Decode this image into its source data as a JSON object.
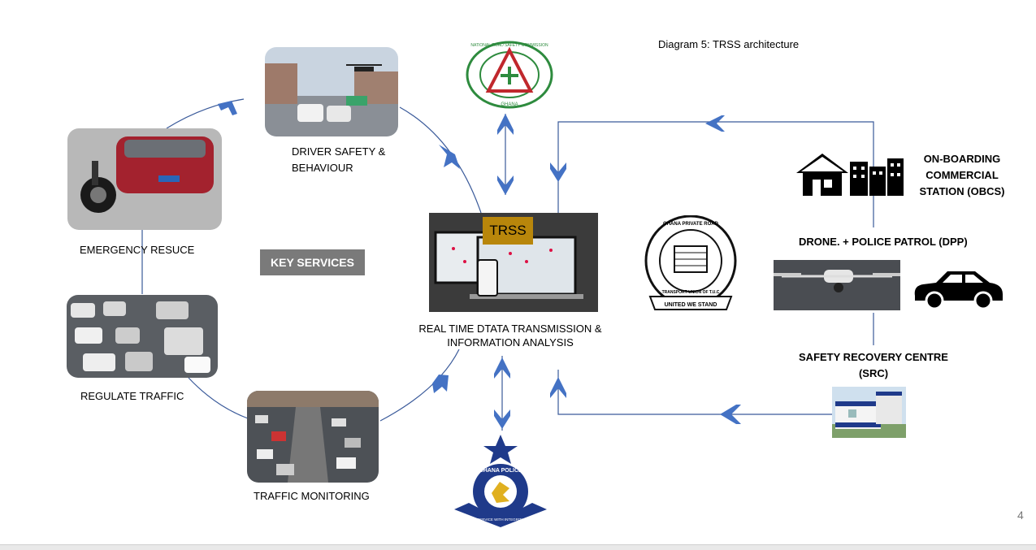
{
  "caption": "Diagram 5: TRSS architecture",
  "center": {
    "badge": "TRSS",
    "label_line1": "REAL TIME DTATA TRANSMISSION &",
    "label_line2": "INFORMATION ANALYSIS"
  },
  "key_services": "KEY SERVICES",
  "services": {
    "driver_line1": "DRIVER SAFETY &",
    "driver_line2": "BEHAVIOUR",
    "emergency": "EMERGENCY RESUCE",
    "regulate": "REGULATE TRAFFIC",
    "monitoring": "TRAFFIC MONITORING"
  },
  "stakeholders": {
    "obcs_line1": "ON-BOARDING",
    "obcs_line2": "COMMERCIAL",
    "obcs_line3": "STATION (OBCS)",
    "dpp": "DRONE. + POLICE PATROL (DPP)",
    "src_line1": "SAFETY RECOVERY CENTRE",
    "src_line2": "(SRC)"
  },
  "logos": {
    "nrsc_text": "NATIONAL ROAD SAFETY COMMISSION",
    "nrsc_bottom": "GHANA",
    "gprtu_text": "GHANA PRIVATE ROAD",
    "gprtu_text2": "TRANSPORT UNION OF T.U.C",
    "gprtu_motto": "UNITED WE STAND",
    "police_text": "GHANA POLICE",
    "police_motto": "SERVICE WITH INTEGRITY"
  },
  "page_number": "4",
  "colors": {
    "arrow": "#4472c4",
    "line": "#2f4f8f",
    "key_box": "#7a7a7a",
    "trss_box": "#b8860b",
    "nrsc_green": "#2e8b3e",
    "nrsc_red": "#c0282d",
    "police_blue": "#1f3a8a"
  }
}
